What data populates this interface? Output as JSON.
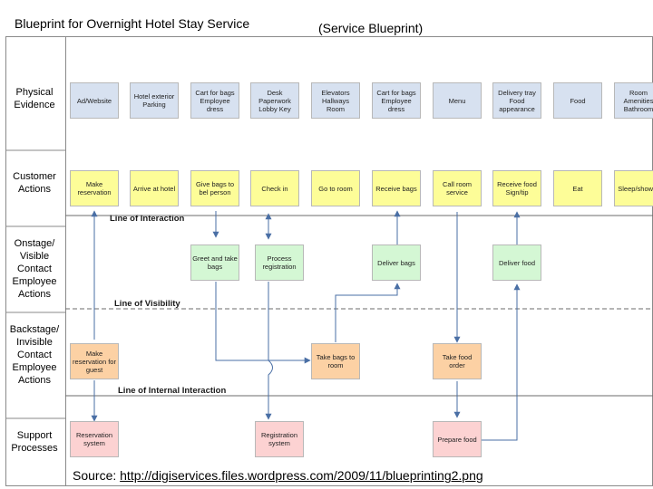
{
  "title": "Blueprint for Overnight Hotel Stay Service",
  "subtitle": "(Service Blueprint)",
  "lanes": {
    "physical": "Physical Evidence",
    "customer": "Customer Actions",
    "onstage": "Onstage/ Visible Contact Employee Actions",
    "backstage": "Backstage/ Invisible Contact Employee Actions",
    "support": "Support Processes"
  },
  "lines": {
    "interaction": "Line of Interaction",
    "visibility": "Line of Visibility",
    "internal": "Line of Internal Interaction"
  },
  "physical_evidence": [
    "Ad/Website",
    "Hotel exterior Parking",
    "Cart for bags Employee dress",
    "Desk Paperwork Lobby Key",
    "Elevators Hallways Room",
    "Cart for bags Employee dress",
    "Menu",
    "Delivery tray Food appearance",
    "Food",
    "Room Amenities Bathroom"
  ],
  "customer_actions": [
    "Make reservation",
    "Arrive at hotel",
    "Give bags to bel person",
    "Check in",
    "Go to room",
    "Receive bags",
    "Call room service",
    "Receive food Sign/tip",
    "Eat",
    "Sleep/shower"
  ],
  "onstage_actions": [
    "Greet and take bags",
    "Process registration",
    "Deliver bags",
    "Deliver food"
  ],
  "backstage_actions": [
    "Make reservation for guest",
    "Take bags to room",
    "Take food order"
  ],
  "support_processes": [
    "Reservation system",
    "Registration system",
    "Prepare food"
  ],
  "source": {
    "label": "Source:",
    "url": "http://digiservices.files.wordpress.com/2009/11/blueprinting2.png"
  }
}
